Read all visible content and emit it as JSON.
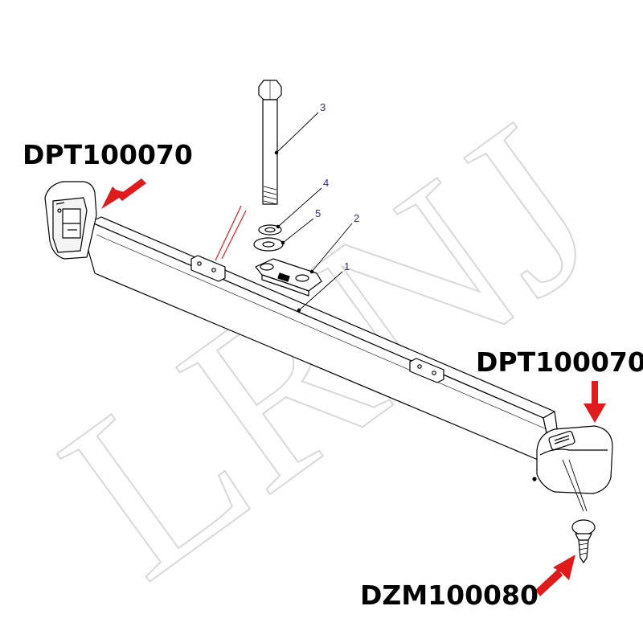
{
  "watermark": "LRNJ",
  "labels": {
    "left_part": "DPT100070",
    "right_part": "DPT100070",
    "screw_part": "DZM100080"
  },
  "callouts": [
    "1",
    "2",
    "3",
    "4",
    "5"
  ],
  "colors": {
    "arrow": "#e01b1b",
    "callout_text": "#2a2aa8",
    "line": "#000000",
    "watermark": "#d8d8d8"
  }
}
